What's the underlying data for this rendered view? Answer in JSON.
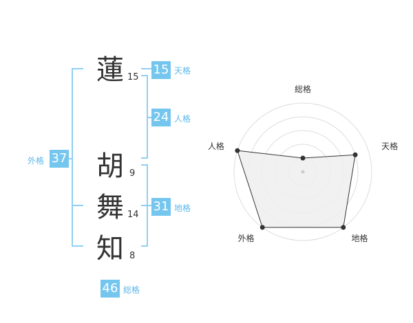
{
  "name": {
    "chars": [
      {
        "char": "蓮",
        "strokes": "15"
      },
      {
        "char": "胡",
        "strokes": "9"
      },
      {
        "char": "舞",
        "strokes": "14"
      },
      {
        "char": "知",
        "strokes": "8"
      }
    ]
  },
  "kaku": {
    "tenkaku": {
      "value": "15",
      "label": "天格"
    },
    "jinkaku": {
      "value": "24",
      "label": "人格"
    },
    "chikaku": {
      "value": "31",
      "label": "地格"
    },
    "gaikaku": {
      "value": "37",
      "label": "外格"
    },
    "soukaku": {
      "value": "46",
      "label": "総格"
    }
  },
  "colors": {
    "accent": "#75c6ef",
    "bracket": "#8fcff3",
    "text": "#333333",
    "radar_fill": "#efefef",
    "ring": "#dddddd"
  },
  "chart_data": {
    "type": "radar",
    "axes": [
      "総格",
      "天格",
      "地格",
      "外格",
      "人格"
    ],
    "levels": 5,
    "values": [
      1,
      4,
      5,
      5,
      5
    ],
    "range": [
      0,
      5
    ]
  }
}
